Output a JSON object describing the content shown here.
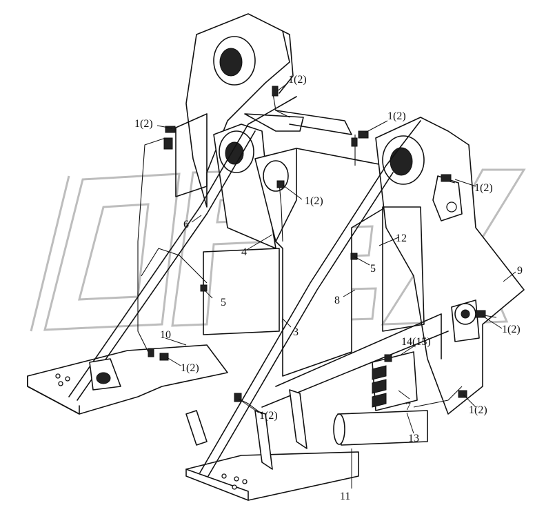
{
  "watermark": {
    "text": "OPEX",
    "color": "#c8c8c8"
  },
  "callouts": [
    {
      "id": "c1",
      "label": "1(2)"
    },
    {
      "id": "c2",
      "label": "1(2)"
    },
    {
      "id": "c3",
      "label": "1(2)"
    },
    {
      "id": "c4",
      "label": "1(2)"
    },
    {
      "id": "c5",
      "label": "1(2)"
    },
    {
      "id": "c6",
      "label": "1(2)"
    },
    {
      "id": "c7",
      "label": "1(2)"
    },
    {
      "id": "c8",
      "label": "1(2)"
    },
    {
      "id": "c9",
      "label": "1(2)"
    },
    {
      "id": "c10",
      "label": "6"
    },
    {
      "id": "c11",
      "label": "4"
    },
    {
      "id": "c12",
      "label": "12"
    },
    {
      "id": "c13",
      "label": "5"
    },
    {
      "id": "c14",
      "label": "5"
    },
    {
      "id": "c15",
      "label": "9"
    },
    {
      "id": "c16",
      "label": "8"
    },
    {
      "id": "c17",
      "label": "3"
    },
    {
      "id": "c18",
      "label": "10"
    },
    {
      "id": "c19",
      "label": "14(15)"
    },
    {
      "id": "c20",
      "label": "7"
    },
    {
      "id": "c21",
      "label": "13"
    },
    {
      "id": "c22",
      "label": "11"
    }
  ]
}
